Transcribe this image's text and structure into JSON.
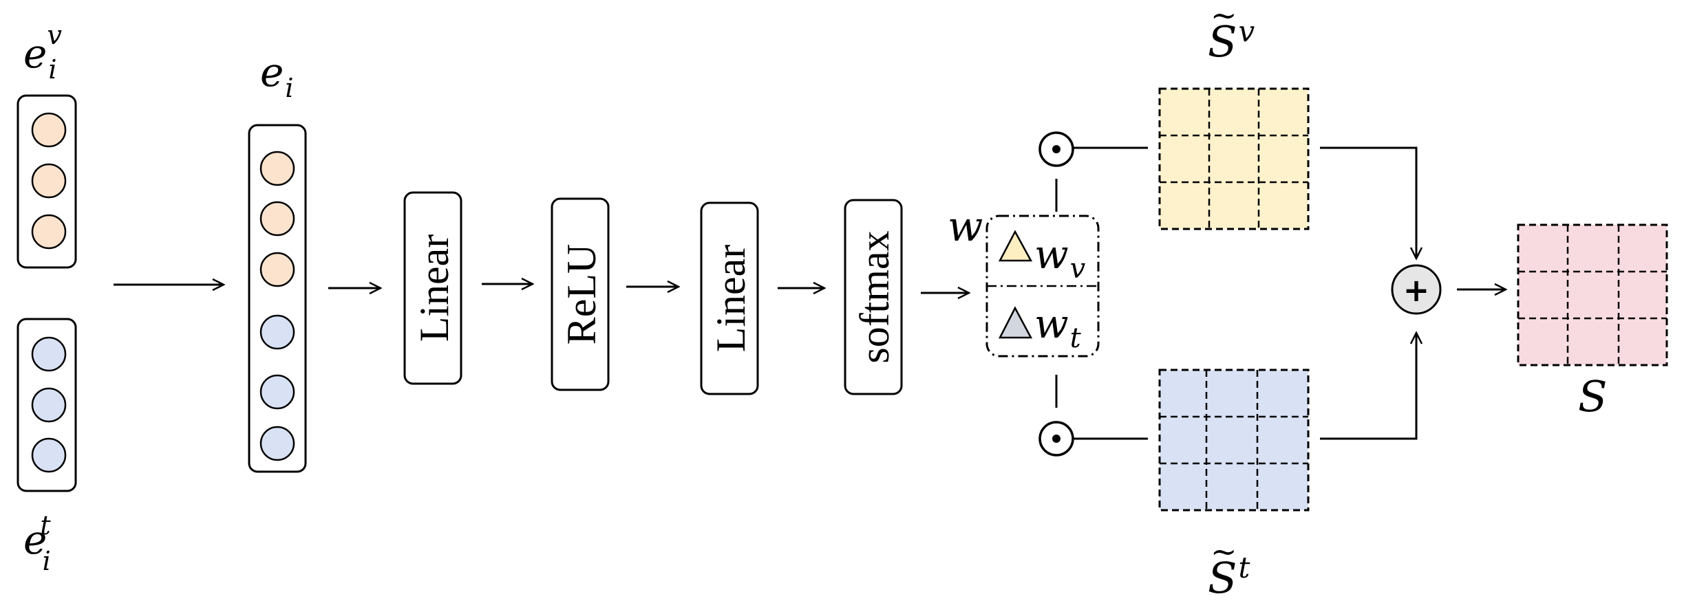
{
  "inputs": {
    "visual_label": {
      "base": "e",
      "sub": "i",
      "sup": "v"
    },
    "text_label": {
      "base": "e",
      "sub": "i",
      "sup": "t"
    },
    "concat_label": {
      "base": "e",
      "sub": "i"
    }
  },
  "layers": [
    "Linear",
    "ReLU",
    "Linear",
    "softmax"
  ],
  "weights": {
    "w_label": "w",
    "visual_weight": {
      "base": "w",
      "sub": "v"
    },
    "text_weight": {
      "base": "w",
      "sub": "t"
    }
  },
  "matrices": {
    "visual_label": {
      "tilde": "~",
      "base": "S",
      "sup": "v"
    },
    "text_label": {
      "tilde": "~",
      "base": "S",
      "sup": "t"
    },
    "output_label": "S"
  },
  "operators": {
    "hadamard": "⊙",
    "sum": "+"
  },
  "colors": {
    "visual_fill": "#fce3cd",
    "text_fill": "#d9e1f4",
    "visual_matrix_fill": "#fdf2cc",
    "text_matrix_fill": "#d9e1f4",
    "output_matrix_fill": "#f8dbe1",
    "triangle_visual": "#fdefc1",
    "triangle_text": "#d2d7df",
    "sum_fill": "#e6e6e6"
  }
}
